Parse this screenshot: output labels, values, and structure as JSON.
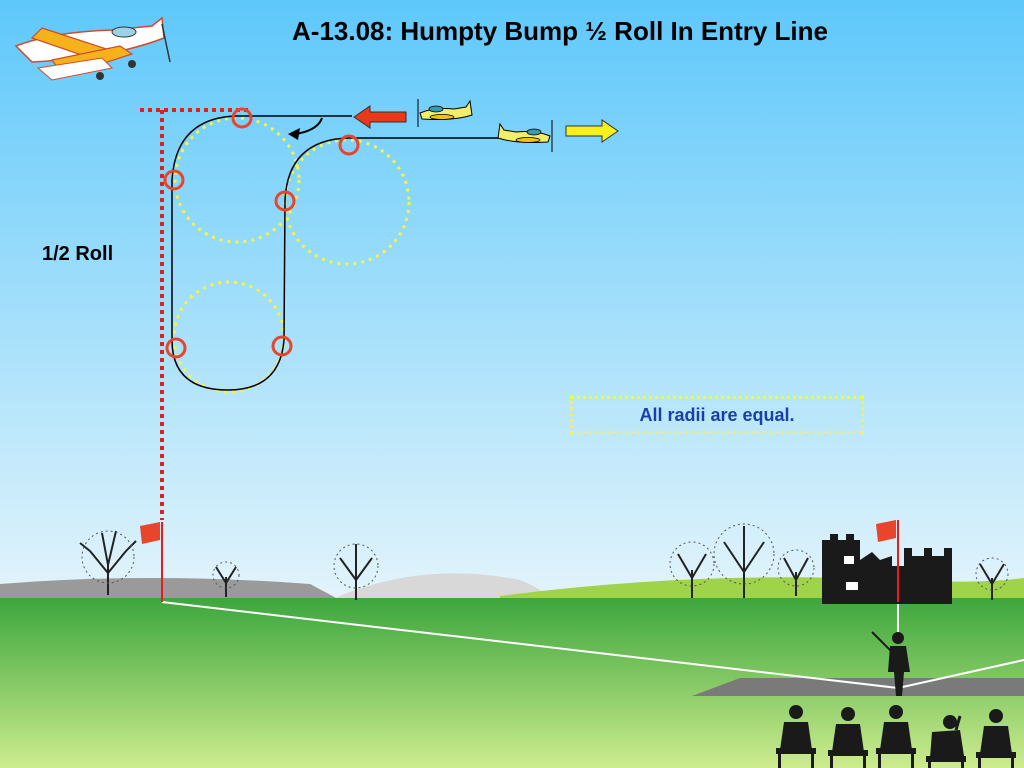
{
  "title": "A-13.08: Humpty Bump ½ Roll In Entry Line",
  "roll_label": "1/2 Roll",
  "note": "All radii are equal.",
  "colors": {
    "sky_top": "#5ec8fb",
    "sky_bottom": "#dff2fb",
    "grass_top": "#3da63d",
    "grass_bottom": "#c9ec8a",
    "radius_circle": "#f5f542",
    "marker": "#e8452c",
    "boundary_line": "#e01f1f",
    "entry_arrow": "#e8391a",
    "exit_arrow": "#f7f01c",
    "note_text": "#1b3fa8"
  },
  "icons": {
    "entry_direction": "arrow-left-icon",
    "exit_direction": "arrow-right-icon",
    "roll_direction": "curved-arrow-icon",
    "flag": "flag-icon"
  }
}
